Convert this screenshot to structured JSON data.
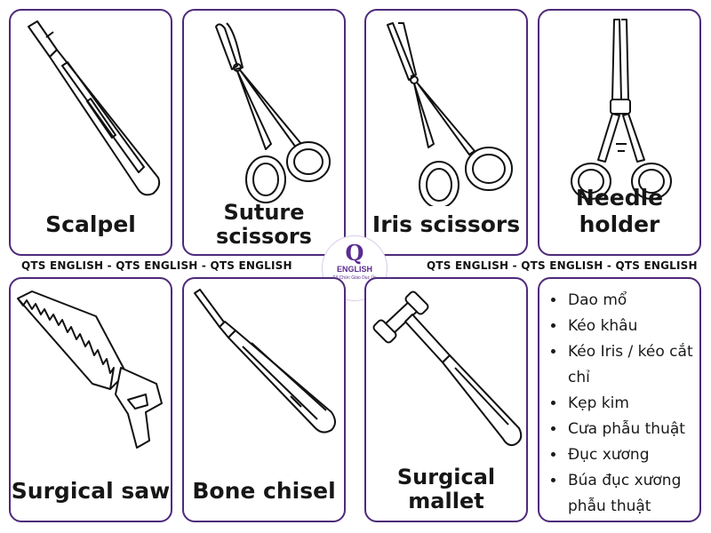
{
  "cards": {
    "scalpel": "Scalpel",
    "suture_line1": "Suture",
    "suture_line2": "scissors",
    "iris": "Iris scissors",
    "needle": "Needle holder",
    "saw": "Surgical saw",
    "chisel": "Bone chisel",
    "mallet_line1": "Surgical",
    "mallet_line2": "mallet"
  },
  "banner": {
    "left": "QTS ENGLISH - QTS ENGLISH - QTS ENGLISH",
    "right": "QTS ENGLISH - QTS ENGLISH - QTS ENGLISH"
  },
  "logo": {
    "letter": "Q",
    "name": "ENGLISH",
    "tagline": "Tổ Chức Giáo Dục Úc"
  },
  "vocabulary": [
    "Dao mổ",
    "Kéo khâu",
    "Kéo Iris / kéo cắt chỉ",
    "Kẹp kim",
    "Cưa phẫu thuật",
    "Đục xương",
    "Búa đục xương phẫu thuật"
  ],
  "colors": {
    "border": "#4e2a7a",
    "brand": "#5b2c8f"
  }
}
